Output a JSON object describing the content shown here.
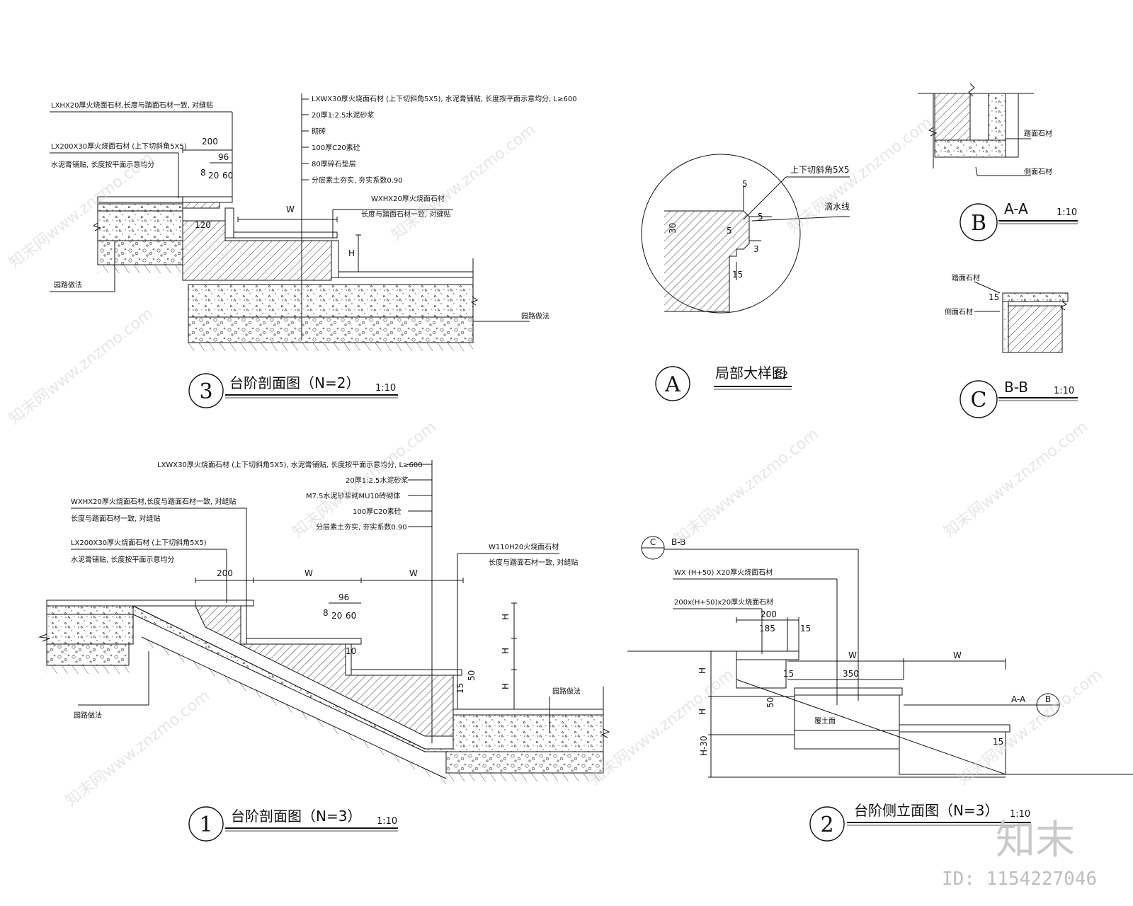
{
  "labels": {
    "s3_l1": "LXHX20厚火烧面石材,长度与踏面石材一致, 对缝贴",
    "s3_l2": "LX200X30厚火烧面石材 (上下切斜角5X5)",
    "s3_l3": "水泥膏铺贴, 长度按平面示意均分",
    "s3_r1": "LXWX30厚火烧面石材 (上下切斜角5X5), 水泥膏铺贴, 长度按平面示意均分, L≥600",
    "s3_r2": "20厚1:2.5水泥砂浆",
    "s3_r3": "砌砖",
    "s3_r4": "100厚C20素砼",
    "s3_r5": "80厚碎石垫层",
    "s3_r6": "分层素土夯实, 夯实系数0.90",
    "s3_r7": "WXHX20厚火烧面石材",
    "s3_r8": "长度与踏面石材一致, 对缝贴",
    "road1": "园路做法",
    "road2": "园路做法",
    "road3": "园路做法",
    "road4": "园路做法",
    "s1_r1": "LXWX30厚火烧面石材 (上下切斜角5X5), 水泥膏铺贴, 长度按平面示意均分, L≥600",
    "s1_r2": "20厚1:2.5水泥砂浆",
    "s1_r3": "M7.5水泥砂浆砌MU10砖砌体",
    "s1_r4": "100厚C20素砼",
    "s1_r5": "分层素土夯实, 夯实系数0.90",
    "s1_l1": "WXHX20厚火烧面石材,长度与踏面石材一致, 对缝贴",
    "s1_l2": "长度与踏面石材一致, 对缝贴",
    "s1_l3": "LX200X30厚火烧面石材 (上下切斜角5X5)",
    "s1_l4": "水泥膏铺贴, 长度按平面示意均分",
    "s1_w1": "W110H20火烧面石材",
    "s1_w2": "长度与踏面石材一致, 对缝贴",
    "a_l1": "上下切斜角5X5",
    "a_l2": "滴水线",
    "b_l1": "踏面石材",
    "b_l2": "侧面石材",
    "c_l1": "踏面石材",
    "c_l2": "侧面石材",
    "e_bb": "B-B",
    "e_aa": "A-A",
    "e_l1": "WX (H+50) X20厚火烧面石材",
    "e_l2": "200x(H+50)x20厚火烧面石材",
    "e_soil": "覆土面"
  },
  "dims": {
    "d200": "200",
    "d96": "96",
    "d8": "8",
    "d20": "20",
    "d60": "60",
    "d120": "120",
    "dW": "W",
    "dH": "H",
    "u200": "200",
    "uW1": "W",
    "uW2": "W",
    "u96": "96",
    "u8": "8",
    "u20": "20",
    "u60": "60",
    "u10": "10",
    "u50": "50",
    "u15": "15",
    "uH1": "H",
    "uH2": "H",
    "uH3": "H",
    "a5t": "5",
    "a5r": "5",
    "a5m": "5",
    "a3": "3",
    "a30": "30",
    "a15": "15",
    "c15": "15",
    "e200": "200",
    "e185": "185",
    "e15a": "15",
    "e15b": "15",
    "e350": "350",
    "eW1": "W",
    "eW2": "W",
    "e50": "50",
    "e15c": "15",
    "eH1": "H",
    "eH2": "H",
    "eH30": "H-30"
  },
  "titles": {
    "t3_num": "3",
    "t3_name": "台阶剖面图（N=2）",
    "t3_scale": "1:10",
    "ta_num": "A",
    "ta_name": "局部大样图",
    "ta_scale": "1:2",
    "tb_num": "B",
    "tb_name": "A-A",
    "tb_scale": "1:10",
    "tc_num": "C",
    "tc_name": "B-B",
    "tc_scale": "1:10",
    "t1_num": "1",
    "t1_name": "台阶剖面图（N=3）",
    "t1_scale": "1:10",
    "t2_num": "2",
    "t2_name": "台阶侧立面图（N=3）",
    "t2_scale": "1:10",
    "ec_num": "C",
    "eb_num": "B"
  },
  "watermark": {
    "text": "知末网www.znzmo.com",
    "logo": "知末",
    "id": "ID: 1154227046"
  }
}
